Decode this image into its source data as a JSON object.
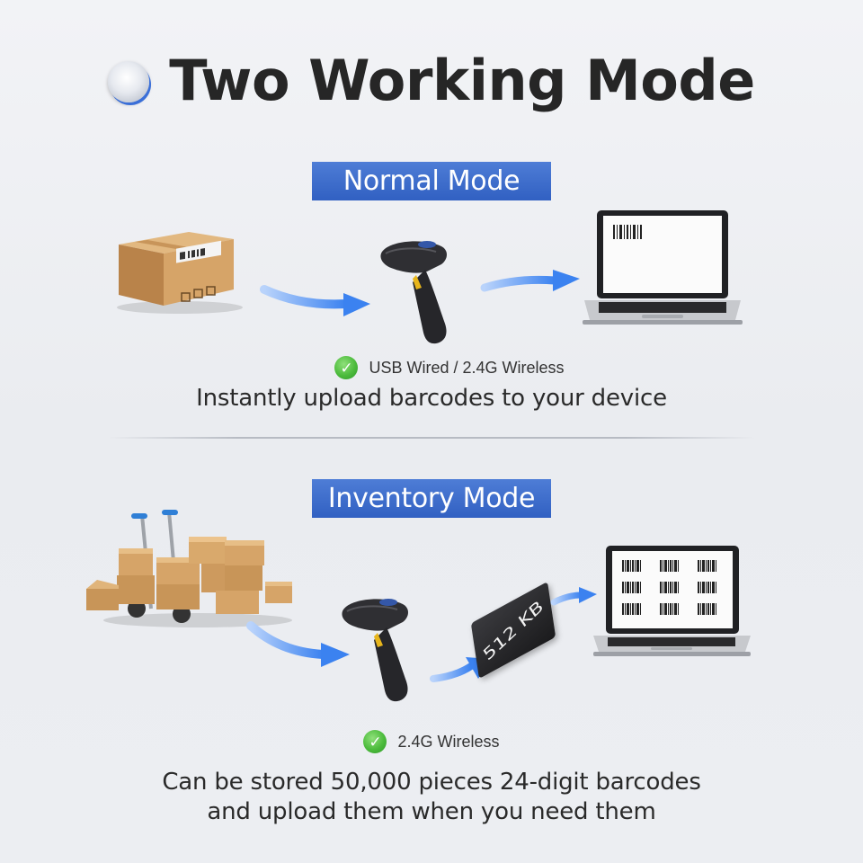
{
  "title": "Two Working Mode",
  "normal_mode": {
    "label": "Normal Mode",
    "feature": "USB Wired / 2.4G Wireless",
    "description": "Instantly upload barcodes to your device"
  },
  "inventory_mode": {
    "label": "Inventory Mode",
    "feature": "2.4G Wireless",
    "sd_card_label": "512 KB",
    "description_line1": "Can be stored 50,000 pieces 24-digit barcodes",
    "description_line2": "and upload them when you need them"
  },
  "colors": {
    "accent_blue": "#3a6ad0",
    "check_green": "#4cbb3c",
    "arrow_blue": "#3b82f0"
  }
}
